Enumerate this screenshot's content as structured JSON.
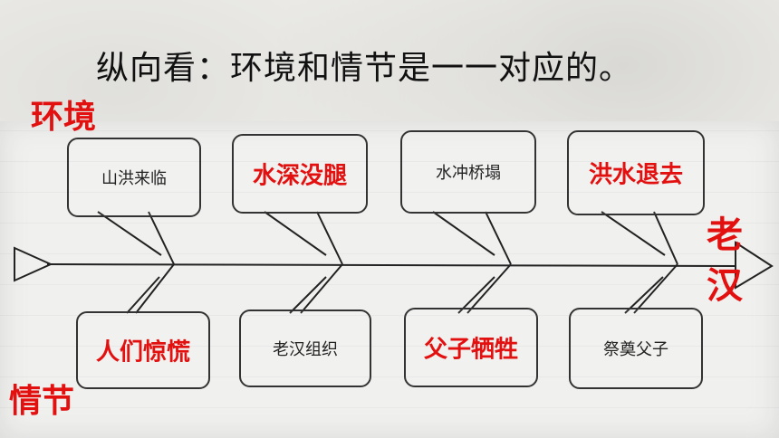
{
  "headline": "纵向看：环境和情节是一一对应的。",
  "labels": {
    "environment": "环境",
    "plot": "情节",
    "protagonist": "老汉"
  },
  "top_boxes": [
    {
      "text": "山洪来临",
      "highlight": false
    },
    {
      "text": "水深没腿",
      "highlight": true
    },
    {
      "text": "水冲桥塌",
      "highlight": false
    },
    {
      "text": "洪水退去",
      "highlight": true
    }
  ],
  "bottom_boxes": [
    {
      "text": "人们惊慌",
      "highlight": true
    },
    {
      "text": "老汉组织",
      "highlight": false
    },
    {
      "text": "父子牺牲",
      "highlight": true
    },
    {
      "text": "祭奠父子",
      "highlight": false
    }
  ],
  "colors": {
    "highlight": "#e31010",
    "ink": "#222222"
  }
}
